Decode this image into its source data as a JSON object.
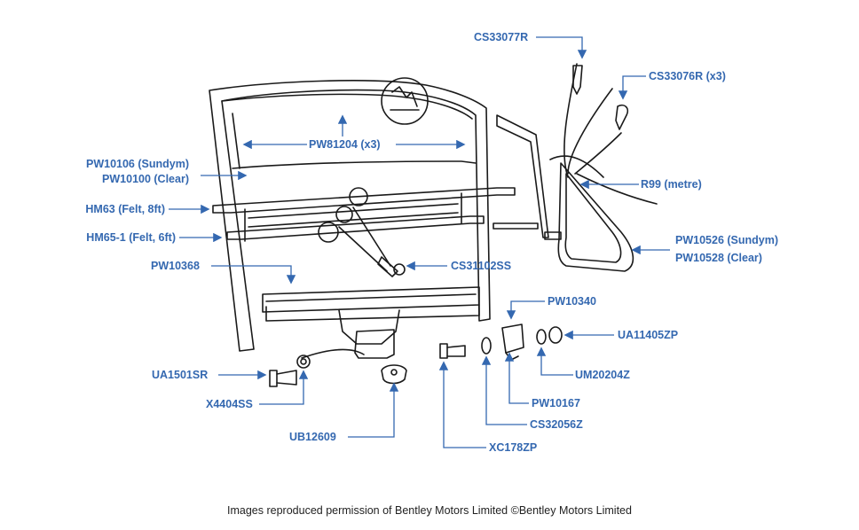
{
  "diagram": {
    "colors": {
      "label": "#3468b0",
      "line": "#1a1a1a",
      "caption": "#222222"
    },
    "parts": {
      "cs33077r": "CS33077R",
      "cs33076r": "CS33076R (x3)",
      "pw81204": "PW81204 (x3)",
      "pw10106": "PW10106 (Sundym)",
      "pw10100": "PW10100 (Clear)",
      "r99": "R99 (metre)",
      "hm63": "HM63 (Felt, 8ft)",
      "hm65": "HM65-1 (Felt, 6ft)",
      "pw10526": "PW10526 (Sundym)",
      "pw10528": "PW10528 (Clear)",
      "pw10368": "PW10368",
      "cs31102ss": "CS31102SS",
      "pw10340": "PW10340",
      "ua11405zp": "UA11405ZP",
      "ua1501sr": "UA1501SR",
      "um20204z": "UM20204Z",
      "x4404ss": "X4404SS",
      "pw10167": "PW10167",
      "cs32056z": "CS32056Z",
      "ub12609": "UB12609",
      "xc178zp": "XC178ZP"
    },
    "caption": "Images reproduced permission of Bentley Motors Limited ©Bentley Motors Limited"
  }
}
